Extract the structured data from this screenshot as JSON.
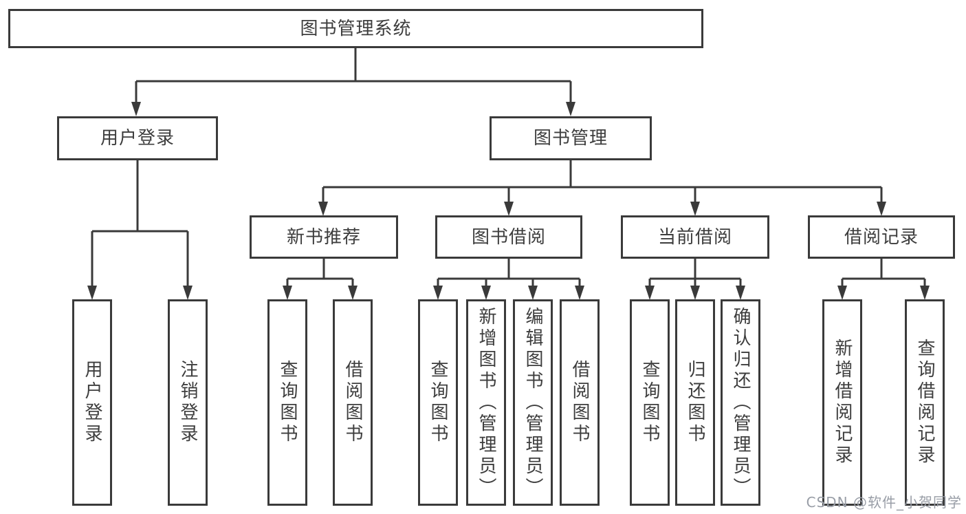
{
  "watermark": "CSDN @软件_小贺同学",
  "colors": {
    "line": "#3a3a3a",
    "box_border": "#3a3a3a",
    "text": "#3d3d3d",
    "watermark_text": "#989da6",
    "background": "#ffffff"
  },
  "tree": {
    "root": {
      "label": "图书管理系统",
      "children": [
        {
          "label": "用户登录",
          "children": [
            {
              "label": "用户登录"
            },
            {
              "label": "注销登录"
            }
          ]
        },
        {
          "label": "图书管理",
          "children": [
            {
              "label": "新书推荐",
              "children": [
                {
                  "label": "查询图书"
                },
                {
                  "label": "借阅图书"
                }
              ]
            },
            {
              "label": "图书借阅",
              "children": [
                {
                  "label": "查询图书"
                },
                {
                  "label": "新增图书（管理员）"
                },
                {
                  "label": "编辑图书（管理员）"
                },
                {
                  "label": "借阅图书"
                }
              ]
            },
            {
              "label": "当前借阅",
              "children": [
                {
                  "label": "查询图书"
                },
                {
                  "label": "归还图书"
                },
                {
                  "label": "确认归还（管理员）"
                }
              ]
            },
            {
              "label": "借阅记录",
              "children": [
                {
                  "label": "新增借阅记录"
                },
                {
                  "label": "查询借阅记录"
                }
              ]
            }
          ]
        }
      ]
    }
  }
}
